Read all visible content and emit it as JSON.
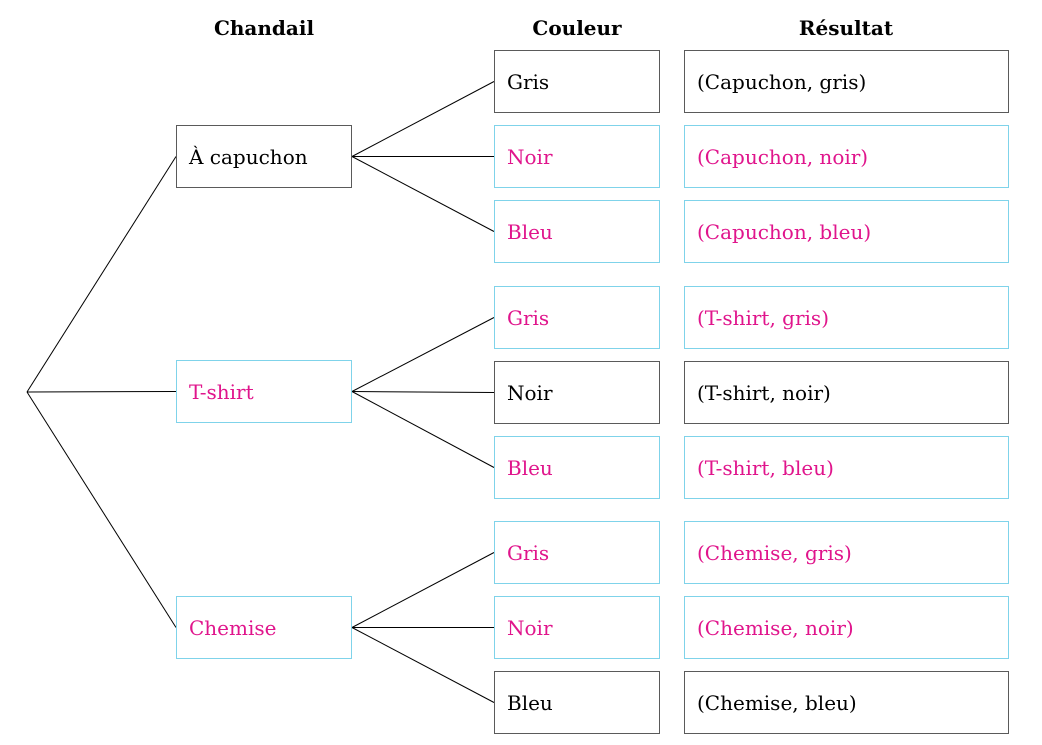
{
  "headers": {
    "chandail": "Chandail",
    "couleur": "Couleur",
    "resultat": "Résultat"
  },
  "colors": {
    "selected_border": "#5a5a5a",
    "alt_border": "#7fd3ea",
    "alt_text": "#e0158c",
    "selected_text": "#000000"
  },
  "branches": [
    {
      "label": "À capuchon",
      "selected": true,
      "children": [
        {
          "label": "Gris",
          "selected": true,
          "result": "(Capuchon, gris)"
        },
        {
          "label": "Noir",
          "selected": false,
          "result": "(Capuchon, noir)"
        },
        {
          "label": "Bleu",
          "selected": false,
          "result": "(Capuchon, bleu)"
        }
      ]
    },
    {
      "label": "T-shirt",
      "selected": false,
      "children": [
        {
          "label": "Gris",
          "selected": false,
          "result": "(T-shirt, gris)"
        },
        {
          "label": "Noir",
          "selected": true,
          "result": "(T-shirt, noir)"
        },
        {
          "label": "Bleu",
          "selected": false,
          "result": "(T-shirt, bleu)"
        }
      ]
    },
    {
      "label": "Chemise",
      "selected": false,
      "children": [
        {
          "label": "Gris",
          "selected": false,
          "result": "(Chemise, gris)"
        },
        {
          "label": "Noir",
          "selected": false,
          "result": "(Chemise, noir)"
        },
        {
          "label": "Bleu",
          "selected": true,
          "result": "(Chemise, bleu)"
        }
      ]
    }
  ]
}
